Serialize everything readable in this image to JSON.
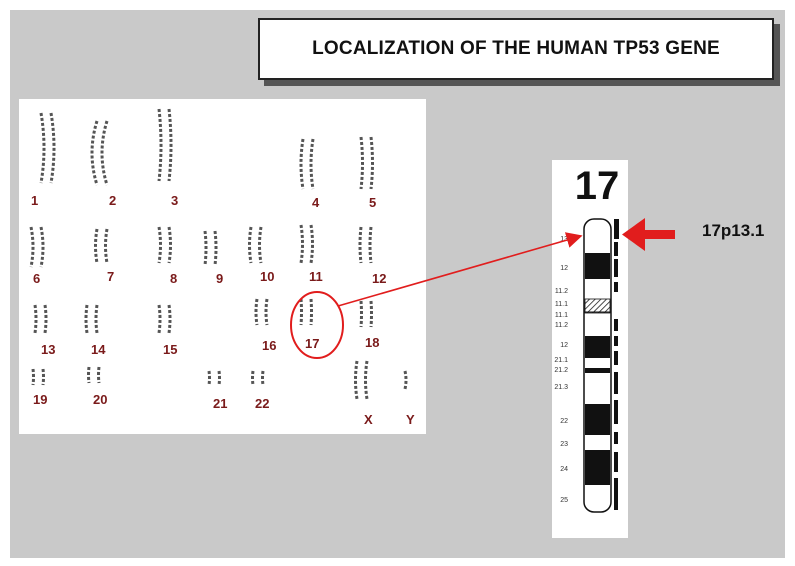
{
  "title": "LOCALIZATION OF THE HUMAN TP53 GENE",
  "karyotype": {
    "labels": [
      "1",
      "2",
      "3",
      "4",
      "5",
      "6",
      "7",
      "8",
      "9",
      "10",
      "11",
      "12",
      "13",
      "14",
      "15",
      "16",
      "17",
      "18",
      "19",
      "20",
      "21",
      "22",
      "X",
      "Y"
    ],
    "highlighted": "17"
  },
  "ideogram": {
    "chromosome": "17",
    "bands": [
      "13",
      "12",
      "11.2",
      "11.1",
      "11.1",
      "11.2",
      "12",
      "21.1",
      "21.2",
      "21.3",
      "22",
      "23",
      "24",
      "25"
    ],
    "locus": "17p13.1"
  },
  "colors": {
    "slide_bg": "#c9c9c9",
    "highlight": "#e11d1d",
    "label": "#7a1a1a"
  },
  "icons": [
    "arrow-left-icon"
  ]
}
